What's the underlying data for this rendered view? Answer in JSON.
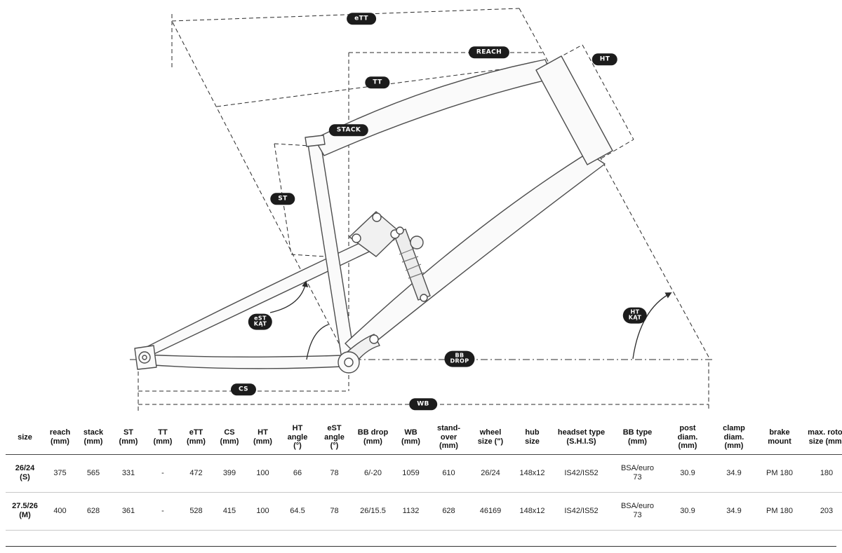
{
  "diagram": {
    "labels": {
      "ett": {
        "line1": "eTT"
      },
      "reach": {
        "line1": "REACH"
      },
      "ht": {
        "line1": "HT"
      },
      "tt": {
        "line1": "TT"
      },
      "stack": {
        "line1": "STACK"
      },
      "st": {
        "line1": "ST"
      },
      "est_kat": {
        "line1": "eST",
        "line2": "KĄT"
      },
      "ht_kat": {
        "line1": "HT",
        "line2": "KĄT"
      },
      "bb_drop": {
        "line1": "BB",
        "line2": "DROP"
      },
      "cs": {
        "line1": "CS"
      },
      "wb": {
        "line1": "WB"
      }
    },
    "colors": {
      "label_bg": "#1c1c1c",
      "label_text": "#ffffff",
      "line": "#2b2b2b",
      "frame_fill": "#fafafa",
      "frame_stroke": "#4d4d4d"
    }
  },
  "table": {
    "headers": [
      "size",
      "reach\n(mm)",
      "stack\n(mm)",
      "ST\n(mm)",
      "TT\n(mm)",
      "eTT\n(mm)",
      "CS\n(mm)",
      "HT\n(mm)",
      "HT\nangle\n(°)",
      "eST\nangle\n(°)",
      "BB drop\n(mm)",
      "WB\n(mm)",
      "stand-\nover\n(mm)",
      "wheel\nsize (\")",
      "hub\nsize",
      "headset type\n(S.H.I.S)",
      "BB type\n(mm)",
      "post\ndiam.\n(mm)",
      "clamp\ndiam.\n(mm)",
      "brake\nmount",
      "max. rotor\nsize (mm)"
    ],
    "rows": [
      [
        "26/24\n(S)",
        "375",
        "565",
        "331",
        "-",
        "472",
        "399",
        "100",
        "66",
        "78",
        "6/-20",
        "1059",
        "610",
        "26/24",
        "148x12",
        "IS42/IS52",
        "BSA/euro\n73",
        "30.9",
        "34.9",
        "PM 180",
        "180"
      ],
      [
        "27.5/26\n(M)",
        "400",
        "628",
        "361",
        "-",
        "528",
        "415",
        "100",
        "64.5",
        "78",
        "26/15.5",
        "1132",
        "628",
        "46169",
        "148x12",
        "IS42/IS52",
        "BSA/euro\n73",
        "30.9",
        "34.9",
        "PM 180",
        "203"
      ]
    ]
  }
}
